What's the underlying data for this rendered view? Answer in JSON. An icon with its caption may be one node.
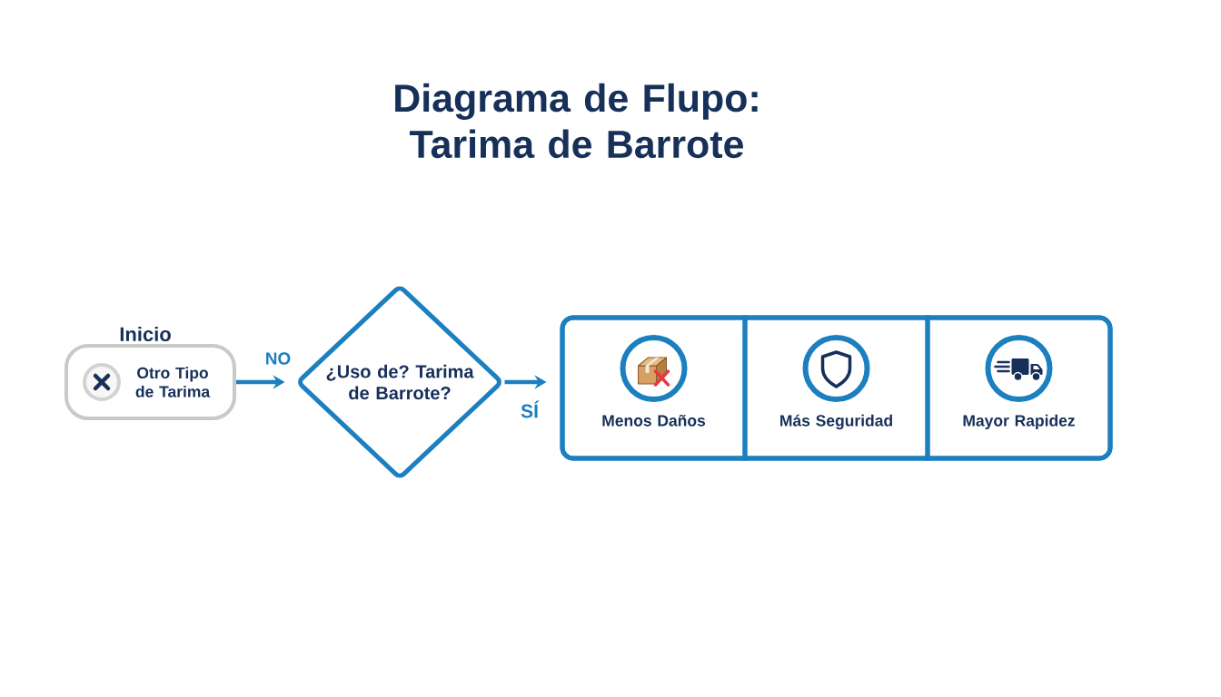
{
  "diagram": {
    "title": "Diagrama de Flupo: Tarima de Barrote",
    "nodes": [
      {
        "text": [
          "Inicio",
          "Otro Tipo de Tarima"
        ]
      },
      {
        "text": [
          "¿Uso de? Tarima de Barrote?"
        ]
      },
      {
        "text": [],
        "shape": "box"
      },
      {
        "text": [
          "Menos Daños"
        ],
        "in": 2
      },
      {
        "text": [
          "Más Seguridad"
        ],
        "in": 2
      },
      {
        "text": [
          "Mayor Rapidez"
        ],
        "in": 2
      }
    ],
    "edges": [
      {
        "from": 0,
        "to": 1,
        "arrow": "to",
        "label": "NO"
      },
      {
        "from": 1,
        "to": 2,
        "arrow": "to",
        "label": "SÍ"
      }
    ]
  }
}
